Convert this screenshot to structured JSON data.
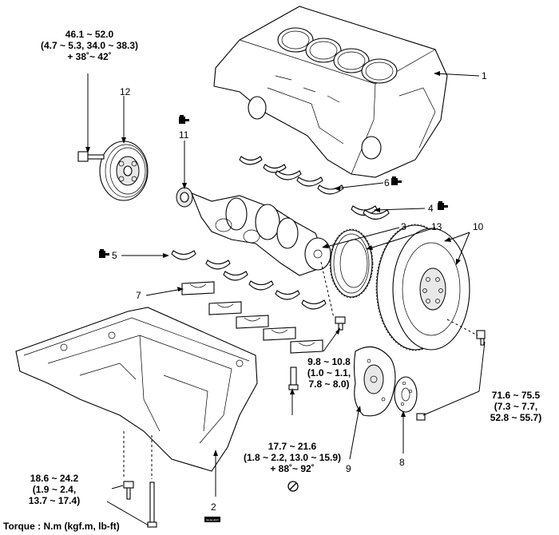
{
  "torque_labels": {
    "crank_pulley_bolt": [
      "46.1 ~ 52.0",
      "(4.7 ~ 5.3, 34.0 ~ 38.3)",
      "+ 38˚~ 42˚"
    ],
    "drive_plate_bolt": [
      "9.8 ~ 10.8",
      "(1.0 ~ 1.1,",
      "7.8 ~ 8.0)"
    ],
    "flywheel_bolt": [
      "71.6 ~ 75.5",
      "(7.3 ~ 7.7,",
      "52.8 ~ 55.7)"
    ],
    "main_bearing_cap_bolt": [
      "17.7 ~ 21.6",
      "(1.8 ~ 2.2, 13.0 ~ 15.9)",
      "+ 88˚~ 92˚"
    ],
    "oil_pan_bolt": [
      "18.6 ~ 24.2",
      "(1.9 ~ 2.4,",
      "13.7 ~ 17.4)"
    ]
  },
  "part_numbers": {
    "n1": "1",
    "n2": "2",
    "n3": "3",
    "n4": "4",
    "n5": "5",
    "n6": "6",
    "n7": "7",
    "n8": "8",
    "n9": "9",
    "n10": "10",
    "n11": "11",
    "n12": "12",
    "n13": "13"
  },
  "footer": {
    "units": "Torque : N.m (kgf.m, lb-ft)"
  },
  "sealant_tag": "SEALANT",
  "icons": [
    "oil-can-icon",
    "no-reuse-icon",
    "sealant-tube-icon"
  ]
}
